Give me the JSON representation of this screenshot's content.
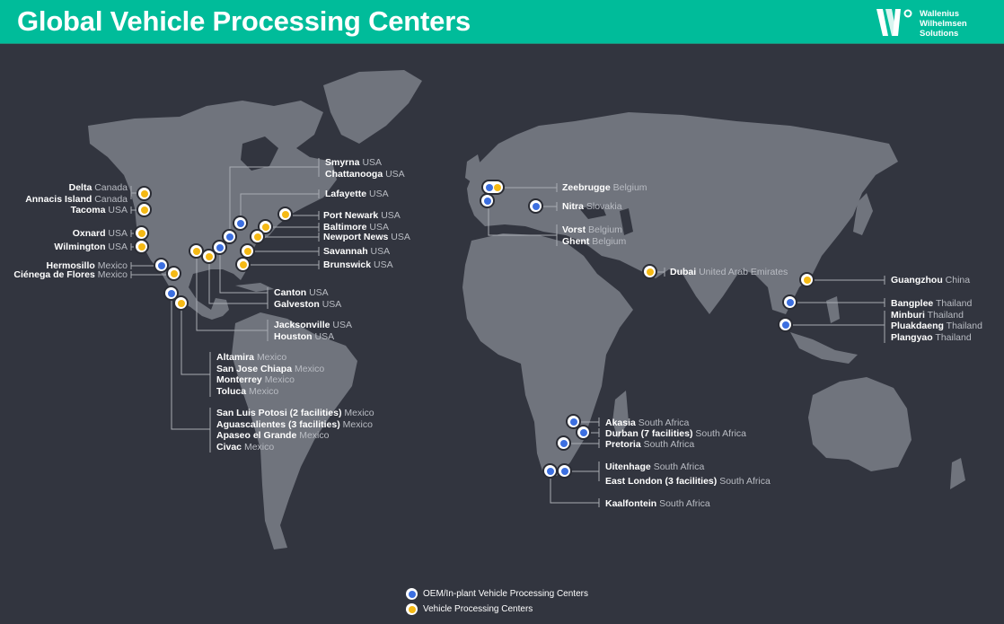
{
  "header": {
    "title": "Global Vehicle Processing Centers",
    "logo": {
      "icon": "wws-logo-icon",
      "lines": [
        "Wallenius",
        "Wilhelmsen",
        "Solutions"
      ]
    }
  },
  "colors": {
    "header_bg": "#00bc9a",
    "ocean": "#32353f",
    "land": "#70747d",
    "oem_blue": "#3c6fe0",
    "vpc_yellow": "#f5b914",
    "label_city": "#ffffff",
    "label_country": "#b9bcc3"
  },
  "legend": [
    {
      "type": "oem",
      "label": "OEM/In-plant Vehicle Processing Centers",
      "color": "#3c6fe0"
    },
    {
      "type": "vpc",
      "label": "Vehicle Processing Centers",
      "color": "#f5b914"
    }
  ],
  "label_groups": {
    "west_canada": [
      {
        "city": "Delta",
        "country": "Canada"
      },
      {
        "city": "Annacis Island",
        "country": "Canada"
      }
    ],
    "tacoma": [
      {
        "city": "Tacoma",
        "country": "USA"
      }
    ],
    "oxnard": [
      {
        "city": "Oxnard",
        "country": "USA"
      }
    ],
    "wilmington": [
      {
        "city": "Wilmington",
        "country": "USA"
      }
    ],
    "hermosillo": [
      {
        "city": "Hermosillo",
        "country": "Mexico"
      }
    ],
    "cienega": [
      {
        "city": "Ciénega de Flores",
        "country": "Mexico"
      }
    ],
    "smyrna": [
      {
        "city": "Smyrna",
        "country": "USA"
      },
      {
        "city": "Chattanooga",
        "country": "USA"
      }
    ],
    "lafayette": [
      {
        "city": "Lafayette",
        "country": "USA"
      }
    ],
    "port_newark": [
      {
        "city": "Port Newark",
        "country": "USA"
      }
    ],
    "baltimore": [
      {
        "city": "Baltimore",
        "country": "USA"
      }
    ],
    "newport_news": [
      {
        "city": "Newport News",
        "country": "USA"
      }
    ],
    "savannah": [
      {
        "city": "Savannah",
        "country": "USA"
      }
    ],
    "brunswick": [
      {
        "city": "Brunswick",
        "country": "USA"
      }
    ],
    "canton": [
      {
        "city": "Canton",
        "country": "USA"
      },
      {
        "city": "Galveston",
        "country": "USA"
      }
    ],
    "jacksonville": [
      {
        "city": "Jacksonville",
        "country": "USA"
      },
      {
        "city": "Houston",
        "country": "USA"
      }
    ],
    "altamira": [
      {
        "city": "Altamira",
        "country": "Mexico"
      },
      {
        "city": "San Jose Chiapa",
        "country": "Mexico"
      },
      {
        "city": "Monterrey",
        "country": "Mexico"
      },
      {
        "city": "Toluca",
        "country": "Mexico"
      }
    ],
    "slp": [
      {
        "city": "San Luis Potosi (2 facilities)",
        "country": "Mexico"
      },
      {
        "city": "Aguascalientes (3 facilities)",
        "country": "Mexico"
      },
      {
        "city": "Apaseo el Grande",
        "country": "Mexico"
      },
      {
        "city": "Civac",
        "country": "Mexico"
      }
    ],
    "zeebrugge": [
      {
        "city": "Zeebrugge",
        "country": "Belgium"
      }
    ],
    "nitra": [
      {
        "city": "Nitra",
        "country": "Slovakia"
      }
    ],
    "vorst": [
      {
        "city": "Vorst",
        "country": "Belgium"
      },
      {
        "city": "Ghent",
        "country": "Belgium"
      }
    ],
    "dubai": [
      {
        "city": "Dubai",
        "country": "United Arab Emirates"
      }
    ],
    "guangzhou": [
      {
        "city": "Guangzhou",
        "country": "China"
      }
    ],
    "thailand": [
      {
        "city": "Bangplee",
        "country": "Thailand"
      },
      {
        "city": "Minburi",
        "country": "Thailand"
      },
      {
        "city": "Pluakdaeng",
        "country": "Thailand"
      },
      {
        "city": "Plangyao",
        "country": "Thailand"
      }
    ],
    "akasia": [
      {
        "city": "Akasia",
        "country": "South Africa"
      }
    ],
    "durban": [
      {
        "city": "Durban (7 facilities)",
        "country": "South Africa"
      }
    ],
    "pretoria": [
      {
        "city": "Pretoria",
        "country": "South Africa"
      }
    ],
    "uitenhage": [
      {
        "city": "Uitenhage",
        "country": "South Africa"
      },
      {
        "city": "East London (3 facilities)",
        "country": "South Africa"
      }
    ],
    "kaalfontein": [
      {
        "city": "Kaalfontein",
        "country": "South Africa"
      }
    ]
  }
}
